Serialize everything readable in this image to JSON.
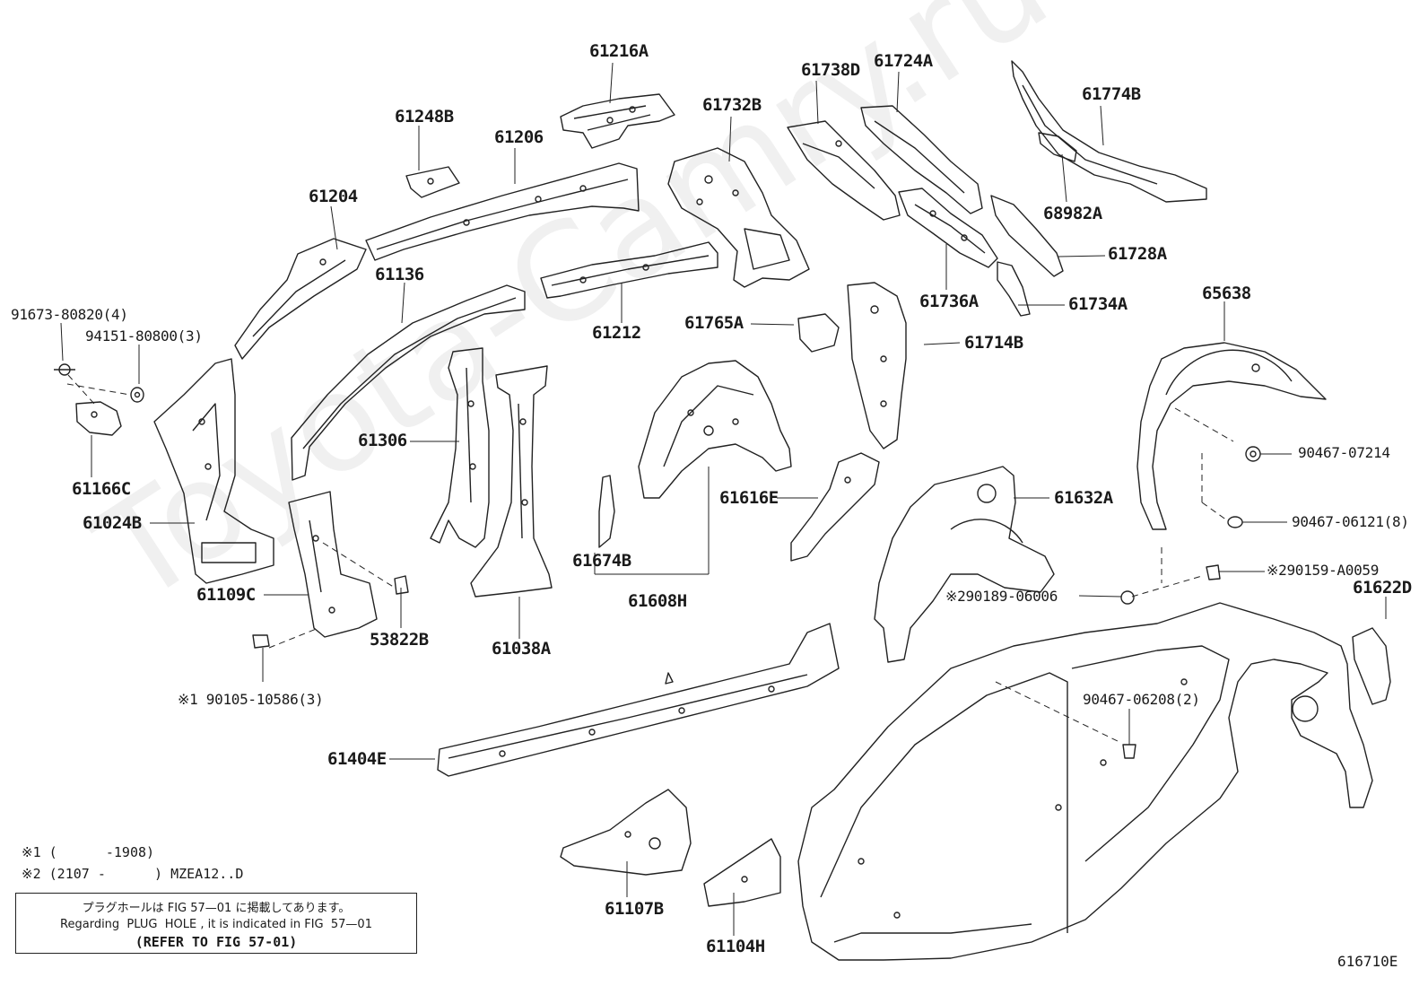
{
  "watermark": "Toyota-Camry.ru",
  "figure_id": "616710E",
  "notes": {
    "note1": "※1 (      -1908)",
    "note2": "※2 (2107 -      ) MZEA12..D"
  },
  "notice": {
    "japanese": "プラグホールは FIG 57—01 に掲載してあります。",
    "english": "Regarding  PLUG  HOLE , it is indicated in FIG  57—01",
    "refer": "(REFER TO FIG 57-01)"
  },
  "labels": [
    {
      "id": "p61216a",
      "text": "61216A"
    },
    {
      "id": "p61248b",
      "text": "61248B"
    },
    {
      "id": "p61206",
      "text": "61206"
    },
    {
      "id": "p61732b",
      "text": "61732B"
    },
    {
      "id": "p61738d",
      "text": "61738D"
    },
    {
      "id": "p61724a",
      "text": "61724A"
    },
    {
      "id": "p61774b",
      "text": "61774B"
    },
    {
      "id": "p61204",
      "text": "61204"
    },
    {
      "id": "p68982a",
      "text": "68982A"
    },
    {
      "id": "p61728a",
      "text": "61728A"
    },
    {
      "id": "p61136",
      "text": "61136"
    },
    {
      "id": "p61736a",
      "text": "61736A"
    },
    {
      "id": "p61734a",
      "text": "61734A"
    },
    {
      "id": "p65638",
      "text": "65638"
    },
    {
      "id": "b91673",
      "text": "91673-80820(4)"
    },
    {
      "id": "b94151",
      "text": "94151-80800(3)"
    },
    {
      "id": "p61212",
      "text": "61212"
    },
    {
      "id": "p61765a",
      "text": "61765A"
    },
    {
      "id": "p61714b",
      "text": "61714B"
    },
    {
      "id": "p61306",
      "text": "61306"
    },
    {
      "id": "b90467_07214",
      "text": "90467-07214"
    },
    {
      "id": "p61166c",
      "text": "61166C"
    },
    {
      "id": "p61616e",
      "text": "61616E"
    },
    {
      "id": "p61632a",
      "text": "61632A"
    },
    {
      "id": "p61024b",
      "text": "61024B"
    },
    {
      "id": "b90467_06121",
      "text": "90467-06121(8)"
    },
    {
      "id": "p61674b",
      "text": "61674B"
    },
    {
      "id": "b290159",
      "text": "※290159-A0059"
    },
    {
      "id": "p61109c",
      "text": "61109C"
    },
    {
      "id": "p61608h",
      "text": "61608H"
    },
    {
      "id": "b290189",
      "text": "※290189-06006"
    },
    {
      "id": "p61622d",
      "text": "61622D"
    },
    {
      "id": "p53822b",
      "text": "53822B"
    },
    {
      "id": "p61038a",
      "text": "61038A"
    },
    {
      "id": "b90105",
      "text": "※1 90105-10586(3)"
    },
    {
      "id": "b90467_06208",
      "text": "90467-06208(2)"
    },
    {
      "id": "p61404e",
      "text": "61404E"
    },
    {
      "id": "p61107b",
      "text": "61107B"
    },
    {
      "id": "p61104h",
      "text": "61104H"
    }
  ]
}
